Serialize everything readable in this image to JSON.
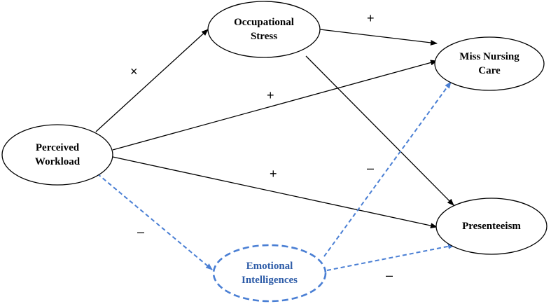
{
  "nodes": {
    "perceived_workload": {
      "line1": "Perceived",
      "line2": "Workload"
    },
    "occupational_stress": {
      "line1": "Occupational",
      "line2": "Stress"
    },
    "miss_nursing_care": {
      "line1": "Miss Nursing",
      "line2": "Care"
    },
    "presenteeism": {
      "line1": "Presenteeism"
    },
    "emotional_intelligences": {
      "line1": "Emotional",
      "line2": "Intelligences"
    }
  },
  "signs": {
    "workload_to_stress": "×",
    "stress_to_missed_care": "+",
    "workload_to_missed_care": "+",
    "workload_to_presenteeism": "+",
    "workload_to_ei": "–",
    "ei_to_missed_care": "–",
    "ei_to_presenteeism": "–"
  },
  "colors": {
    "solid_path": "#000000",
    "moderator_path": "#4a7fd4",
    "moderator_text": "#2f5da8"
  }
}
